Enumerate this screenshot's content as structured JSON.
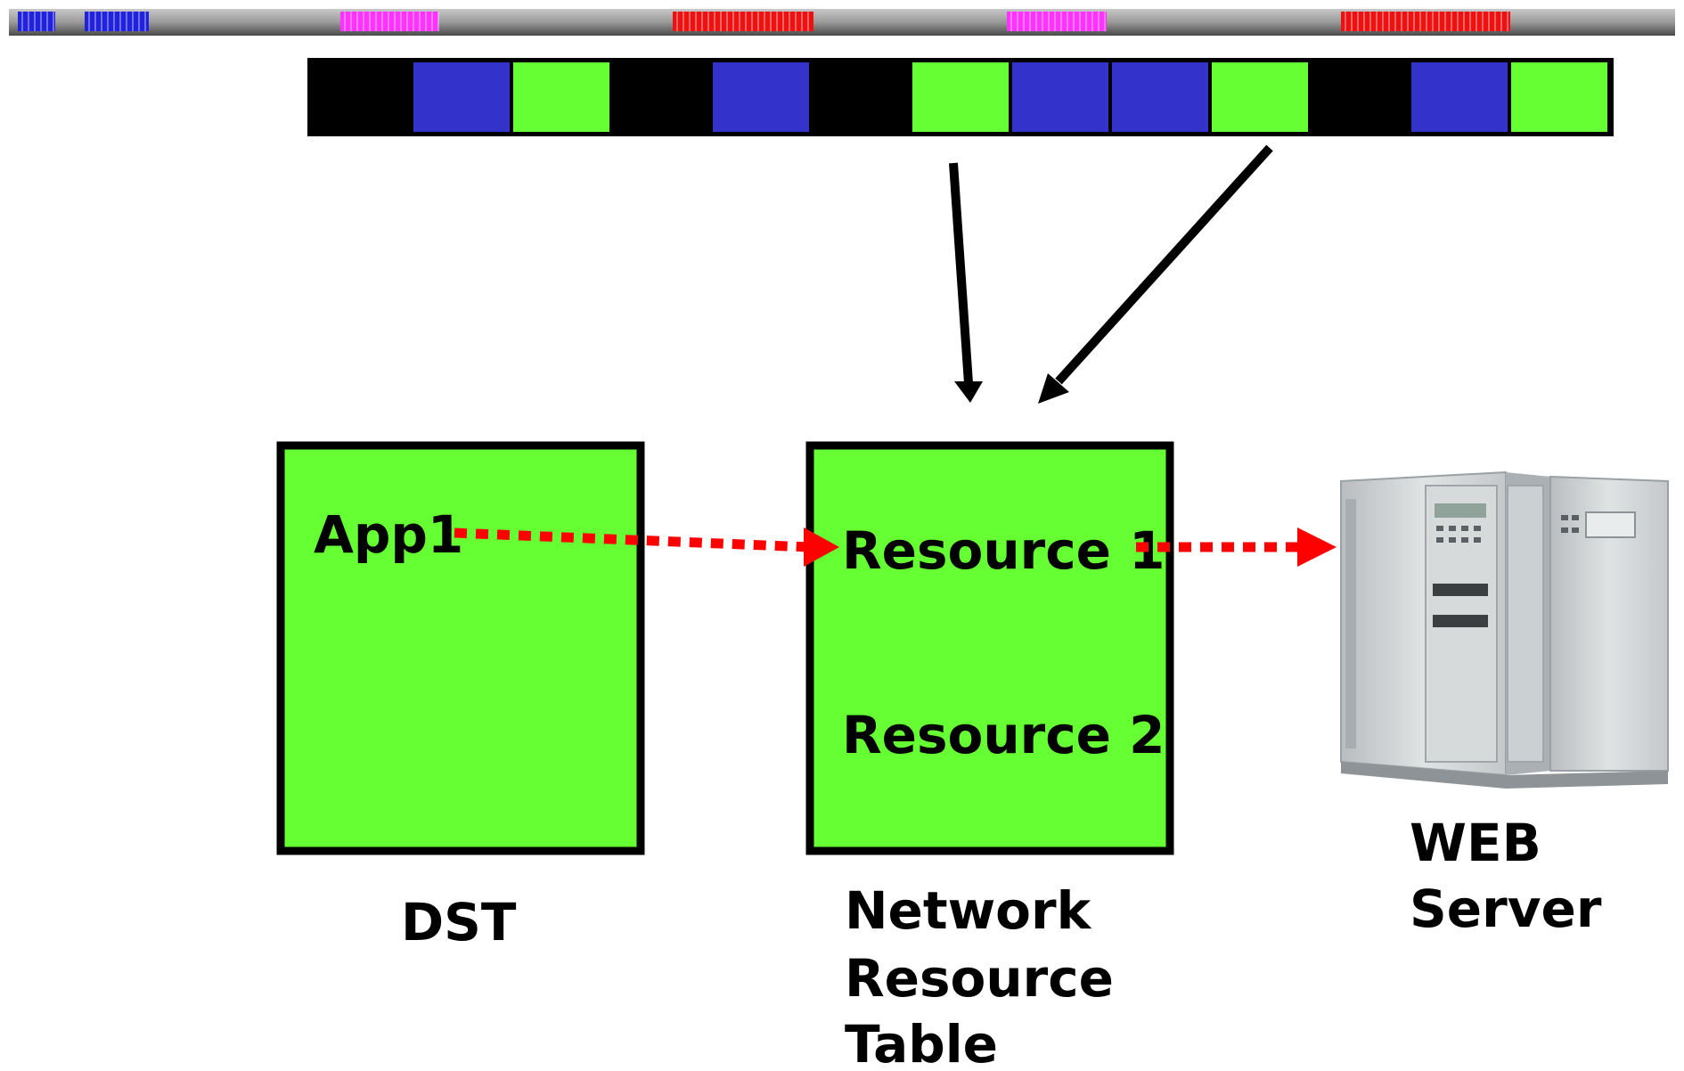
{
  "colors": {
    "background": "#ffffff",
    "box_fill": "#66ff33",
    "box_border": "#000000",
    "slot_blue": "#3333cc",
    "slot_green": "#66ff33",
    "slot_empty": "#000000",
    "stream_blue": "#2222dd",
    "stream_magenta": "#ff33ff",
    "stream_red": "#ee1111",
    "flow_arrow": "#ff0000",
    "pointer_arrow": "#000000"
  },
  "stream": {
    "segments": [
      "blue",
      "blue",
      "magenta",
      "red",
      "magenta",
      "red"
    ]
  },
  "slot_strip": {
    "slots": [
      "empty",
      "blue",
      "green",
      "empty",
      "blue",
      "empty",
      "green",
      "blue",
      "blue",
      "green",
      "empty",
      "blue",
      "green"
    ]
  },
  "dst_box": {
    "item": "App1",
    "caption": "DST"
  },
  "resource_table_box": {
    "items": [
      "Resource 1",
      "Resource 2"
    ],
    "caption_lines": [
      "Network",
      "Resource",
      "Table"
    ]
  },
  "web_server": {
    "icon": "server-tower-icon",
    "caption_lines": [
      "WEB",
      "Server"
    ]
  }
}
